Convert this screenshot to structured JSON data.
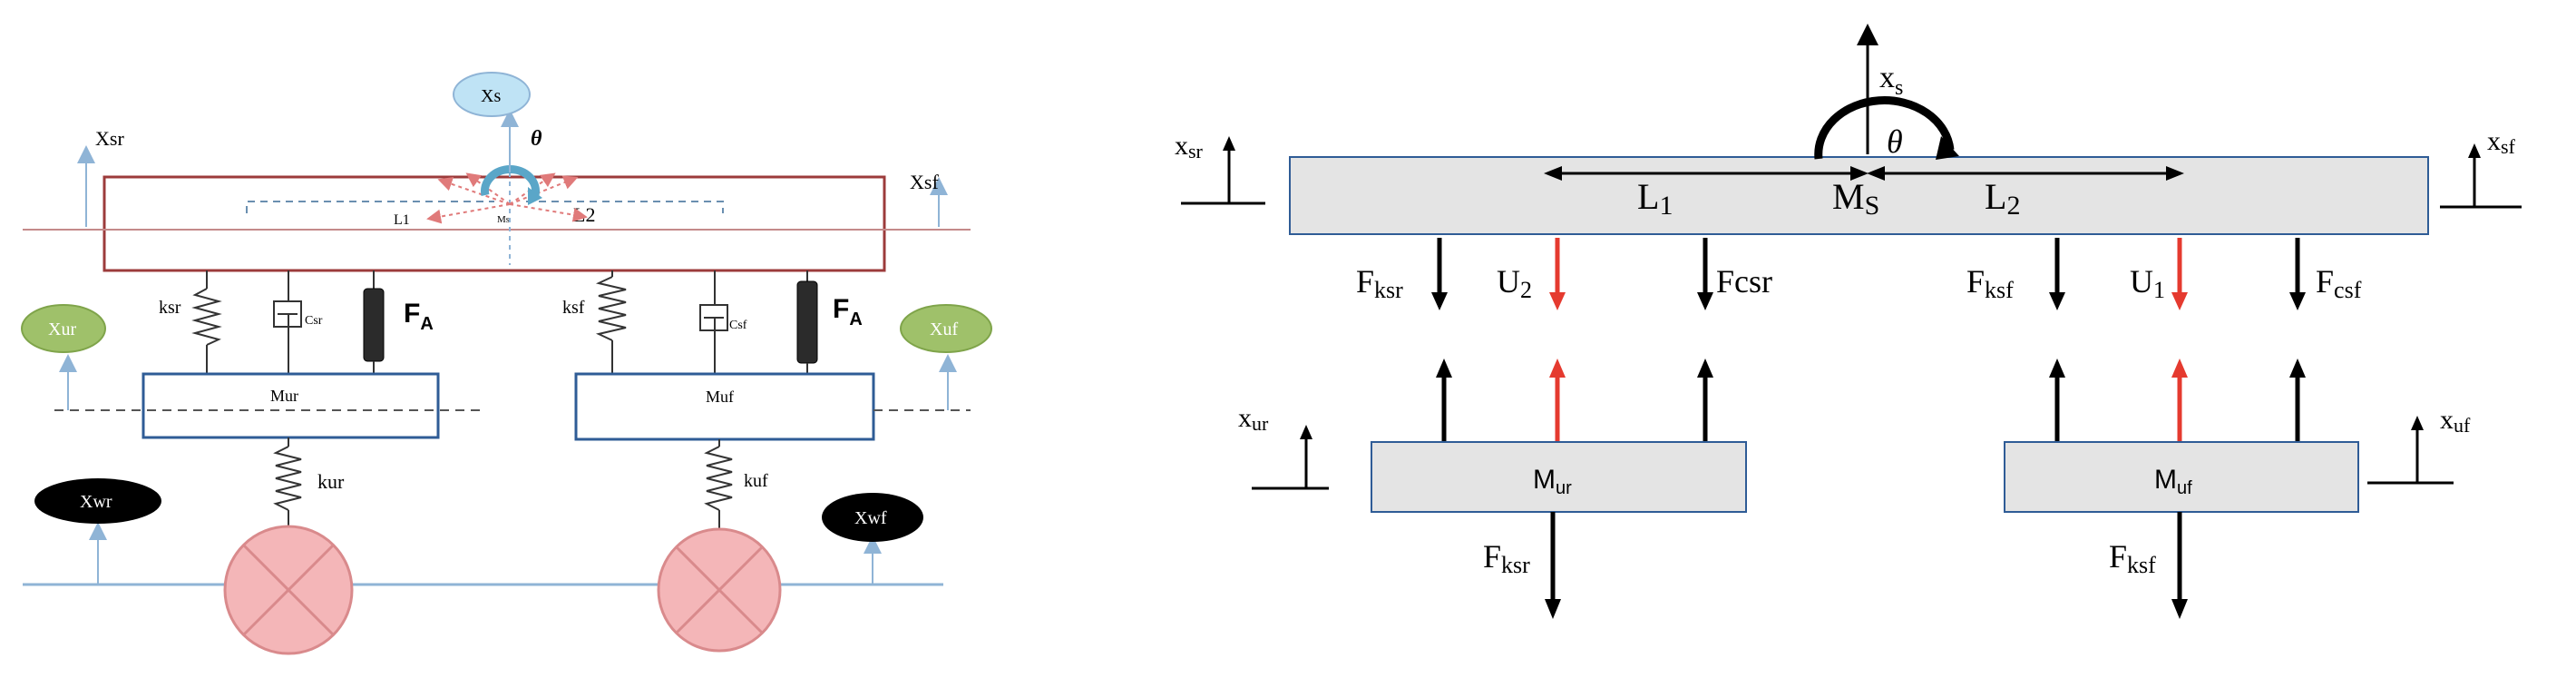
{
  "colors": {
    "body_outline": "#9c3b3b",
    "ground_line": "#8fb4d6",
    "wheel_fill": "#f4b6b8",
    "wheel_stroke": "#d98a8c",
    "box_outline": "#2f5c96",
    "light_blue_bubble": "#bfe3f5",
    "green_bubble": "#9fc16a",
    "block_fill": "#e4e4e4",
    "actuator_red": "#e53a2f"
  },
  "left_diagram": {
    "body_labels": {
      "xs_bubble": "Xs",
      "theta": "θ",
      "xsr": "Xsr",
      "xsf": "Xsf",
      "l1": "L1",
      "l2": "L2",
      "ms": "Ms"
    },
    "suspension_labels": {
      "ksr": "ksr",
      "csr": "Csr",
      "fa_rear": "F",
      "fa_rear_sub": "A",
      "ksf": "ksf",
      "csf": "Csf",
      "fa_front": "F",
      "fa_front_sub": "A"
    },
    "mass_labels": {
      "mur": "Mur",
      "muf": "Muf"
    },
    "tire_labels": {
      "kur": "kur",
      "kuf": "kuf"
    },
    "bubbles": {
      "xur": "Xur",
      "xuf": "Xuf",
      "xwr": "Xwr",
      "xwf": "Xwf"
    }
  },
  "right_diagram": {
    "xs": {
      "main": "x",
      "sub": "s"
    },
    "theta": "θ",
    "xsr": {
      "main": "x",
      "sub": "sr"
    },
    "xsf": {
      "main": "x",
      "sub": "sf"
    },
    "l1": {
      "main": "L",
      "sub": "1"
    },
    "ms": {
      "main": "M",
      "sub": "S"
    },
    "l2": {
      "main": "L",
      "sub": "2"
    },
    "fksr_top": {
      "main": "F",
      "sub": "ksr"
    },
    "u2": {
      "main": "U",
      "sub": "2"
    },
    "fcsr": {
      "main": "F",
      "sub": "csr"
    },
    "fksf_top": {
      "main": "F",
      "sub": "ksf"
    },
    "u1": {
      "main": "U",
      "sub": "1"
    },
    "fcsf": {
      "main": "F",
      "sub": "csf"
    },
    "xur": {
      "main": "x",
      "sub": "ur"
    },
    "xuf": {
      "main": "x",
      "sub": "uf"
    },
    "mur": {
      "main": "M",
      "sub": "ur"
    },
    "muf": {
      "main": "M",
      "sub": "uf"
    },
    "fksr_bottom": {
      "main": "F",
      "sub": "ksr"
    },
    "fksf_bottom": {
      "main": "F",
      "sub": "ksf"
    }
  }
}
